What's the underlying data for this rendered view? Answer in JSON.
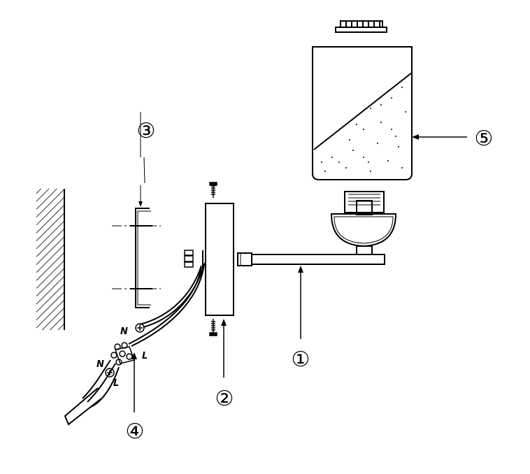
{
  "diagram": {
    "callouts": [
      {
        "id": "1",
        "label": "①"
      },
      {
        "id": "2",
        "label": "②"
      },
      {
        "id": "3",
        "label": "③"
      },
      {
        "id": "4",
        "label": "④"
      },
      {
        "id": "5",
        "label": "⑤"
      }
    ],
    "wire_labels": {
      "n_upper": "N",
      "l_upper": "L",
      "n_lower": "N",
      "l_lower": "L"
    }
  }
}
